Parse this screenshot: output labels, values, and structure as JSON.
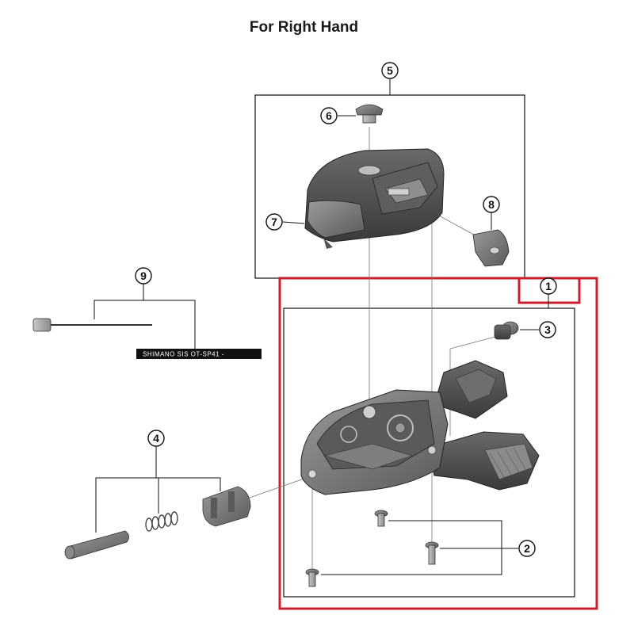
{
  "title": "For Right Hand",
  "callouts": [
    {
      "id": "1"
    },
    {
      "id": "2"
    },
    {
      "id": "3"
    },
    {
      "id": "4"
    },
    {
      "id": "5"
    },
    {
      "id": "6"
    },
    {
      "id": "7"
    },
    {
      "id": "8"
    },
    {
      "id": "9"
    }
  ],
  "cable_housing_text": "SHIMANO SIS  OT-SP41 -",
  "colors": {
    "highlight_box": "#c8202f",
    "line": "#111111",
    "part_dark": "#4a4a4a",
    "part_mid": "#7a7a7a",
    "part_light": "#a9a9a9"
  }
}
